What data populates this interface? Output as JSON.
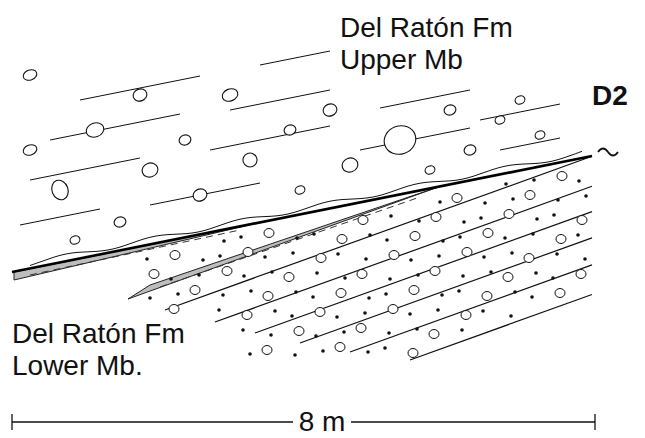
{
  "diagram": {
    "labels": [
      "Del Ratón Fm Upper Mb",
      "D2",
      "Del Ratón Fm Lower Mb.",
      "8 m"
    ]
  }
}
